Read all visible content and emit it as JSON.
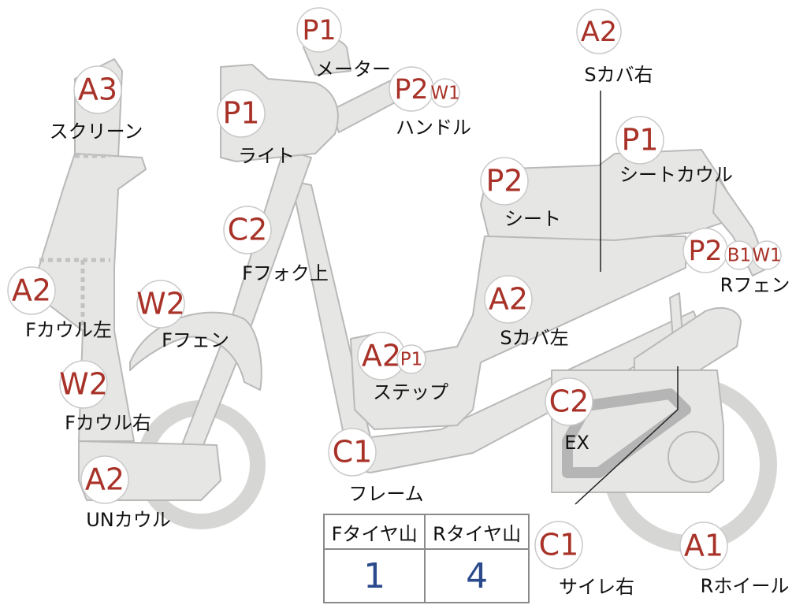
{
  "parts": [
    {
      "key": "screen",
      "name": "スクリーン",
      "grades": [
        "A3"
      ]
    },
    {
      "key": "meter",
      "name": "メーター",
      "grades": [
        "P1"
      ]
    },
    {
      "key": "handle",
      "name": "ハンドル",
      "grades": [
        "P2",
        "W1"
      ]
    },
    {
      "key": "s-cover-r",
      "name": "Sカバ右",
      "grades": [
        "A2"
      ]
    },
    {
      "key": "light",
      "name": "ライト",
      "grades": [
        "P1"
      ]
    },
    {
      "key": "seat-cowl",
      "name": "シートカウル",
      "grades": [
        "P1"
      ]
    },
    {
      "key": "seat",
      "name": "シート",
      "grades": [
        "P2"
      ]
    },
    {
      "key": "f-fork-upper",
      "name": "Fフォク上",
      "grades": [
        "C2"
      ]
    },
    {
      "key": "f-cowl-left",
      "name": "Fカウル左",
      "grades": [
        "A2"
      ]
    },
    {
      "key": "r-fender",
      "name": "Rフェン",
      "grades": [
        "P2",
        "B1",
        "W1"
      ]
    },
    {
      "key": "f-fender",
      "name": "Fフェン",
      "grades": [
        "W2"
      ]
    },
    {
      "key": "s-cover-l",
      "name": "Sカバ左",
      "grades": [
        "A2"
      ]
    },
    {
      "key": "step",
      "name": "ステップ",
      "grades": [
        "A2",
        "P1"
      ]
    },
    {
      "key": "f-cowl-right",
      "name": "Fカウル右",
      "grades": [
        "W2"
      ]
    },
    {
      "key": "exhaust",
      "name": "EX",
      "grades": [
        "C2"
      ]
    },
    {
      "key": "frame",
      "name": "フレーム",
      "grades": [
        "C1"
      ]
    },
    {
      "key": "under-cowl",
      "name": "UNカウル",
      "grades": [
        "A2"
      ]
    },
    {
      "key": "side-stand-r",
      "name": "サイレ右",
      "grades": [
        "C1"
      ]
    },
    {
      "key": "r-wheel",
      "name": "Rホイール",
      "grades": [
        "A1"
      ]
    }
  ],
  "tire_table": {
    "headers": [
      "Fタイヤ山",
      "Rタイヤ山"
    ],
    "values": [
      "1",
      "4"
    ]
  },
  "colors": {
    "body_fill": "#e6e6e4",
    "body_stroke": "#b9b9b9",
    "grade_text": "#a83228",
    "value_text": "#2a4a8c",
    "exhaust": "#b5b5b5"
  }
}
